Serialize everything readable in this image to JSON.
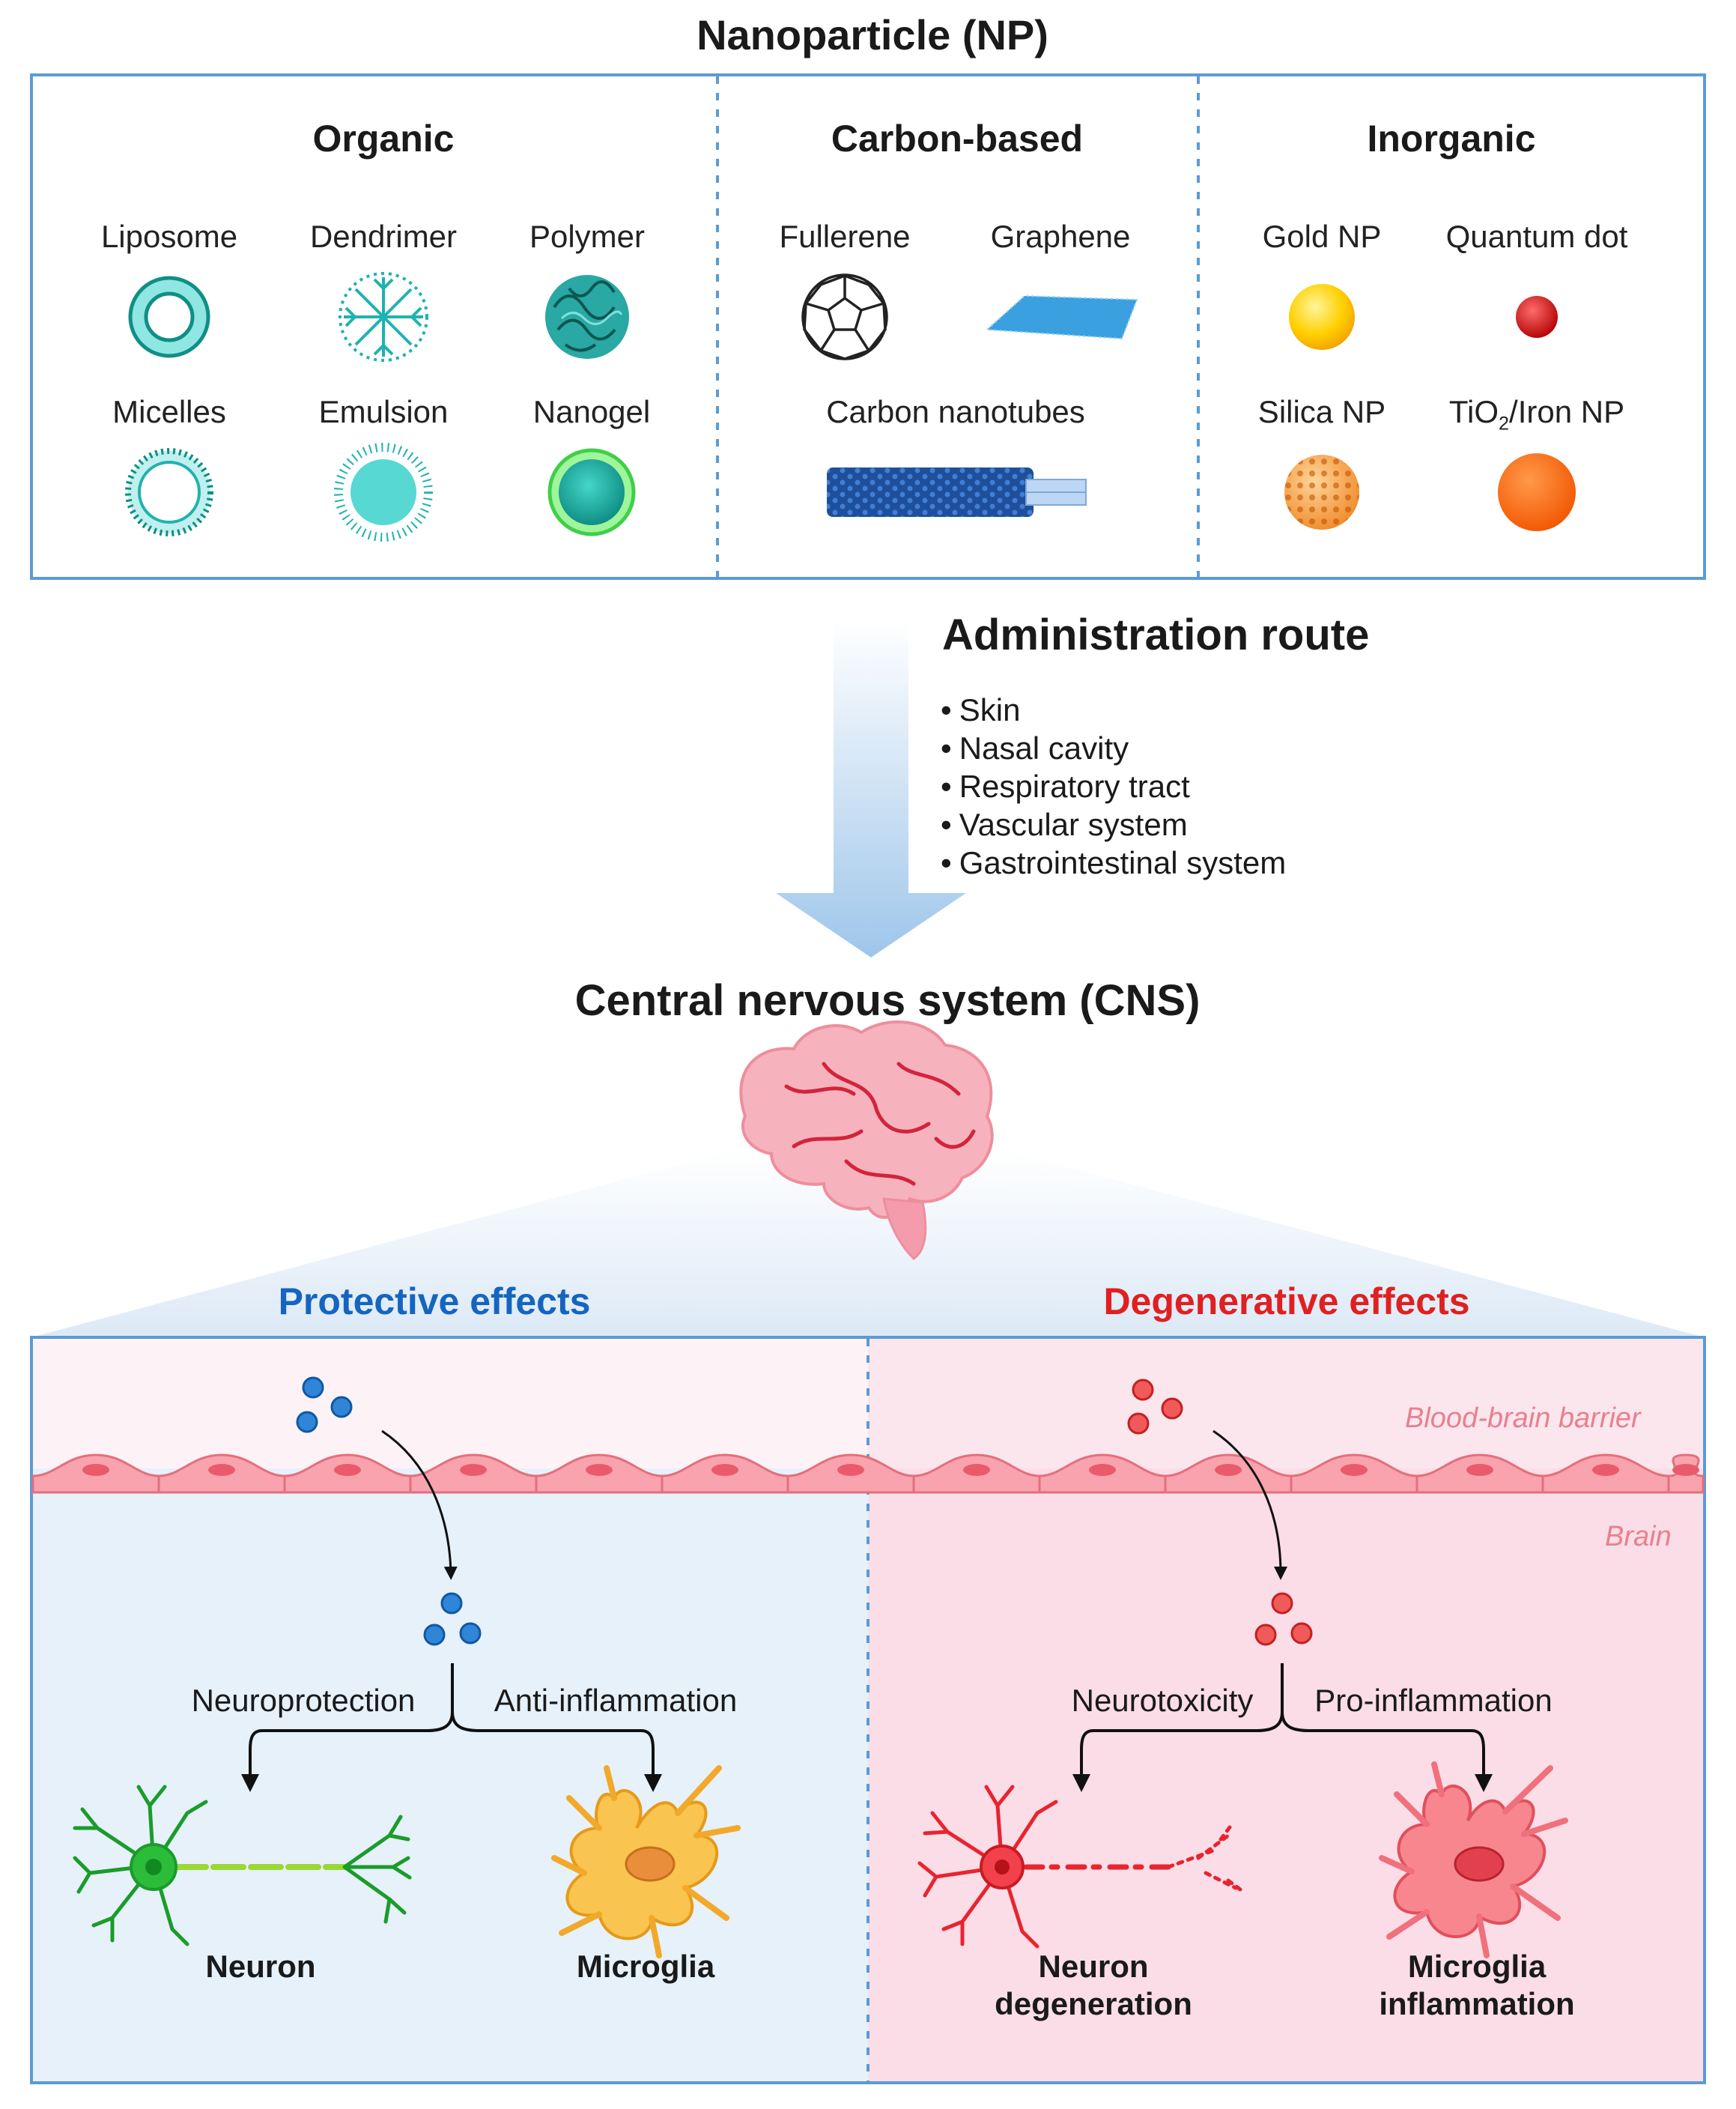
{
  "title": "Nanoparticle (NP)",
  "categories": {
    "organic": {
      "label": "Organic",
      "items": [
        "Liposome",
        "Dendrimer",
        "Polymer",
        "Micelles",
        "Emulsion",
        "Nanogel"
      ]
    },
    "carbon": {
      "label": "Carbon-based",
      "items": [
        "Fullerene",
        "Graphene",
        "Carbon nanotubes"
      ]
    },
    "inorganic": {
      "label": "Inorganic",
      "items": [
        "Gold NP",
        "Quantum dot",
        "Silica NP"
      ],
      "tio2": {
        "pre": "TiO",
        "sub": "2",
        "post": "/Iron NP"
      }
    }
  },
  "administration": {
    "title": "Administration route",
    "routes": [
      "Skin",
      "Nasal cavity",
      "Respiratory tract",
      "Vascular system",
      "Gastrointestinal system"
    ]
  },
  "cns": {
    "title": "Central nervous system (CNS)"
  },
  "protective": {
    "title": "Protective effects",
    "color": "#1565c0",
    "mechanisms": [
      "Neuroprotection",
      "Anti-inflammation"
    ],
    "cells": [
      "Neuron",
      "Microglia"
    ]
  },
  "degenerative": {
    "title": "Degenerative effects",
    "color": "#e02020",
    "mechanisms": [
      "Neurotoxicity",
      "Pro-inflammation"
    ],
    "cells": [
      "Neuron degeneration",
      "Microglia inflammation"
    ]
  },
  "zones": {
    "bbb": "Blood-brain barrier",
    "brain": "Brain"
  },
  "colors": {
    "frame": "#5b9bd5",
    "teal": "#1fb2b0",
    "arrow": "#a9cdeb"
  }
}
